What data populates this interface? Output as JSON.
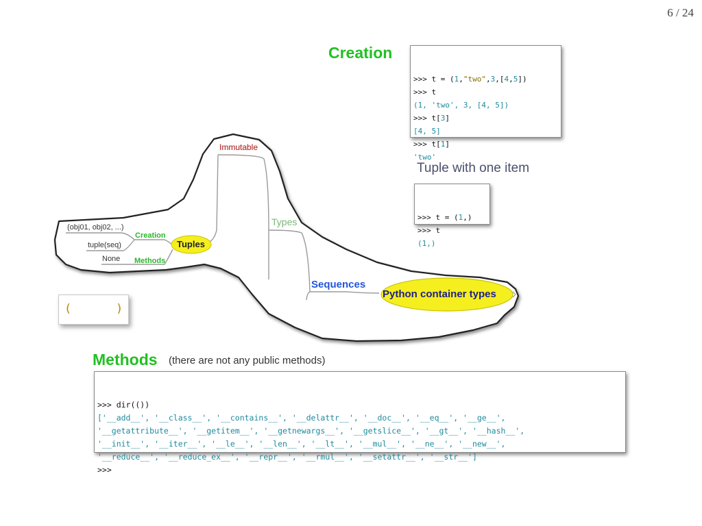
{
  "page_number": "6 / 24",
  "creation": {
    "heading": "Creation",
    "code": [
      [
        {
          "t": ">>> t = (",
          "c": "prompt"
        },
        {
          "t": "1",
          "c": "num"
        },
        {
          "t": ",",
          "c": "prompt"
        },
        {
          "t": "\"two\"",
          "c": "str"
        },
        {
          "t": ",",
          "c": "prompt"
        },
        {
          "t": "3",
          "c": "num"
        },
        {
          "t": ",[",
          "c": "prompt"
        },
        {
          "t": "4",
          "c": "num"
        },
        {
          "t": ",",
          "c": "prompt"
        },
        {
          "t": "5",
          "c": "num"
        },
        {
          "t": "])",
          "c": "prompt"
        }
      ],
      [
        {
          "t": ">>> t",
          "c": "prompt"
        }
      ],
      [
        {
          "t": "(1, 'two', 3, [4, 5])",
          "c": "out"
        }
      ],
      [
        {
          "t": ">>> t[",
          "c": "prompt"
        },
        {
          "t": "3",
          "c": "num"
        },
        {
          "t": "]",
          "c": "prompt"
        }
      ],
      [
        {
          "t": "[4, 5]",
          "c": "out"
        }
      ],
      [
        {
          "t": ">>> t[",
          "c": "prompt"
        },
        {
          "t": "1",
          "c": "num"
        },
        {
          "t": "]",
          "c": "prompt"
        }
      ],
      [
        {
          "t": "'two'",
          "c": "out"
        }
      ]
    ]
  },
  "one_item": {
    "heading": "Tuple with one item",
    "code": [
      [
        {
          "t": ">>> t = (",
          "c": "prompt"
        },
        {
          "t": "1",
          "c": "num"
        },
        {
          "t": ",)",
          "c": "prompt"
        }
      ],
      [
        {
          "t": ">>> t",
          "c": "prompt"
        }
      ],
      [
        {
          "t": "(1,)",
          "c": "out"
        }
      ]
    ]
  },
  "mindmap": {
    "immutable": "Immutable",
    "types": "Types",
    "sequences": "Sequences",
    "root": "Python container types",
    "tuples": "Tuples",
    "creation": "Creation",
    "methods": "Methods",
    "leaf1": "(obj01, obj02, ...)",
    "leaf2": "tuple(seq)",
    "leaf3": "None",
    "colors": {
      "green": "#2bb52b",
      "red": "#c0392b",
      "blue": "#2255dd",
      "yellow": "#f5ef1f"
    }
  },
  "empty_tuple": {
    "open": "(",
    "close": ")"
  },
  "methods": {
    "heading": "Methods",
    "note": "(there are not any public methods)",
    "code": [
      [
        {
          "t": ">>> dir(())",
          "c": "prompt"
        }
      ],
      [
        {
          "t": "['__add__', '__class__', '__contains__', '__delattr__', '__doc__', '__eq__', '__ge__',",
          "c": "out"
        }
      ],
      [
        {
          "t": "'__getattribute__', '__getitem__', '__getnewargs__', '__getslice__', '__gt__', '__hash__',",
          "c": "out"
        }
      ],
      [
        {
          "t": "'__init__', '__iter__', '__le__', '__len__', '__lt__', '__mul__', '__ne__', '__new__',",
          "c": "out"
        }
      ],
      [
        {
          "t": "'__reduce__', '__reduce_ex__', '__repr__', '__rmul__', '__setattr__', '__str__']",
          "c": "out"
        }
      ],
      [
        {
          "t": ">>>",
          "c": "prompt"
        }
      ]
    ]
  }
}
